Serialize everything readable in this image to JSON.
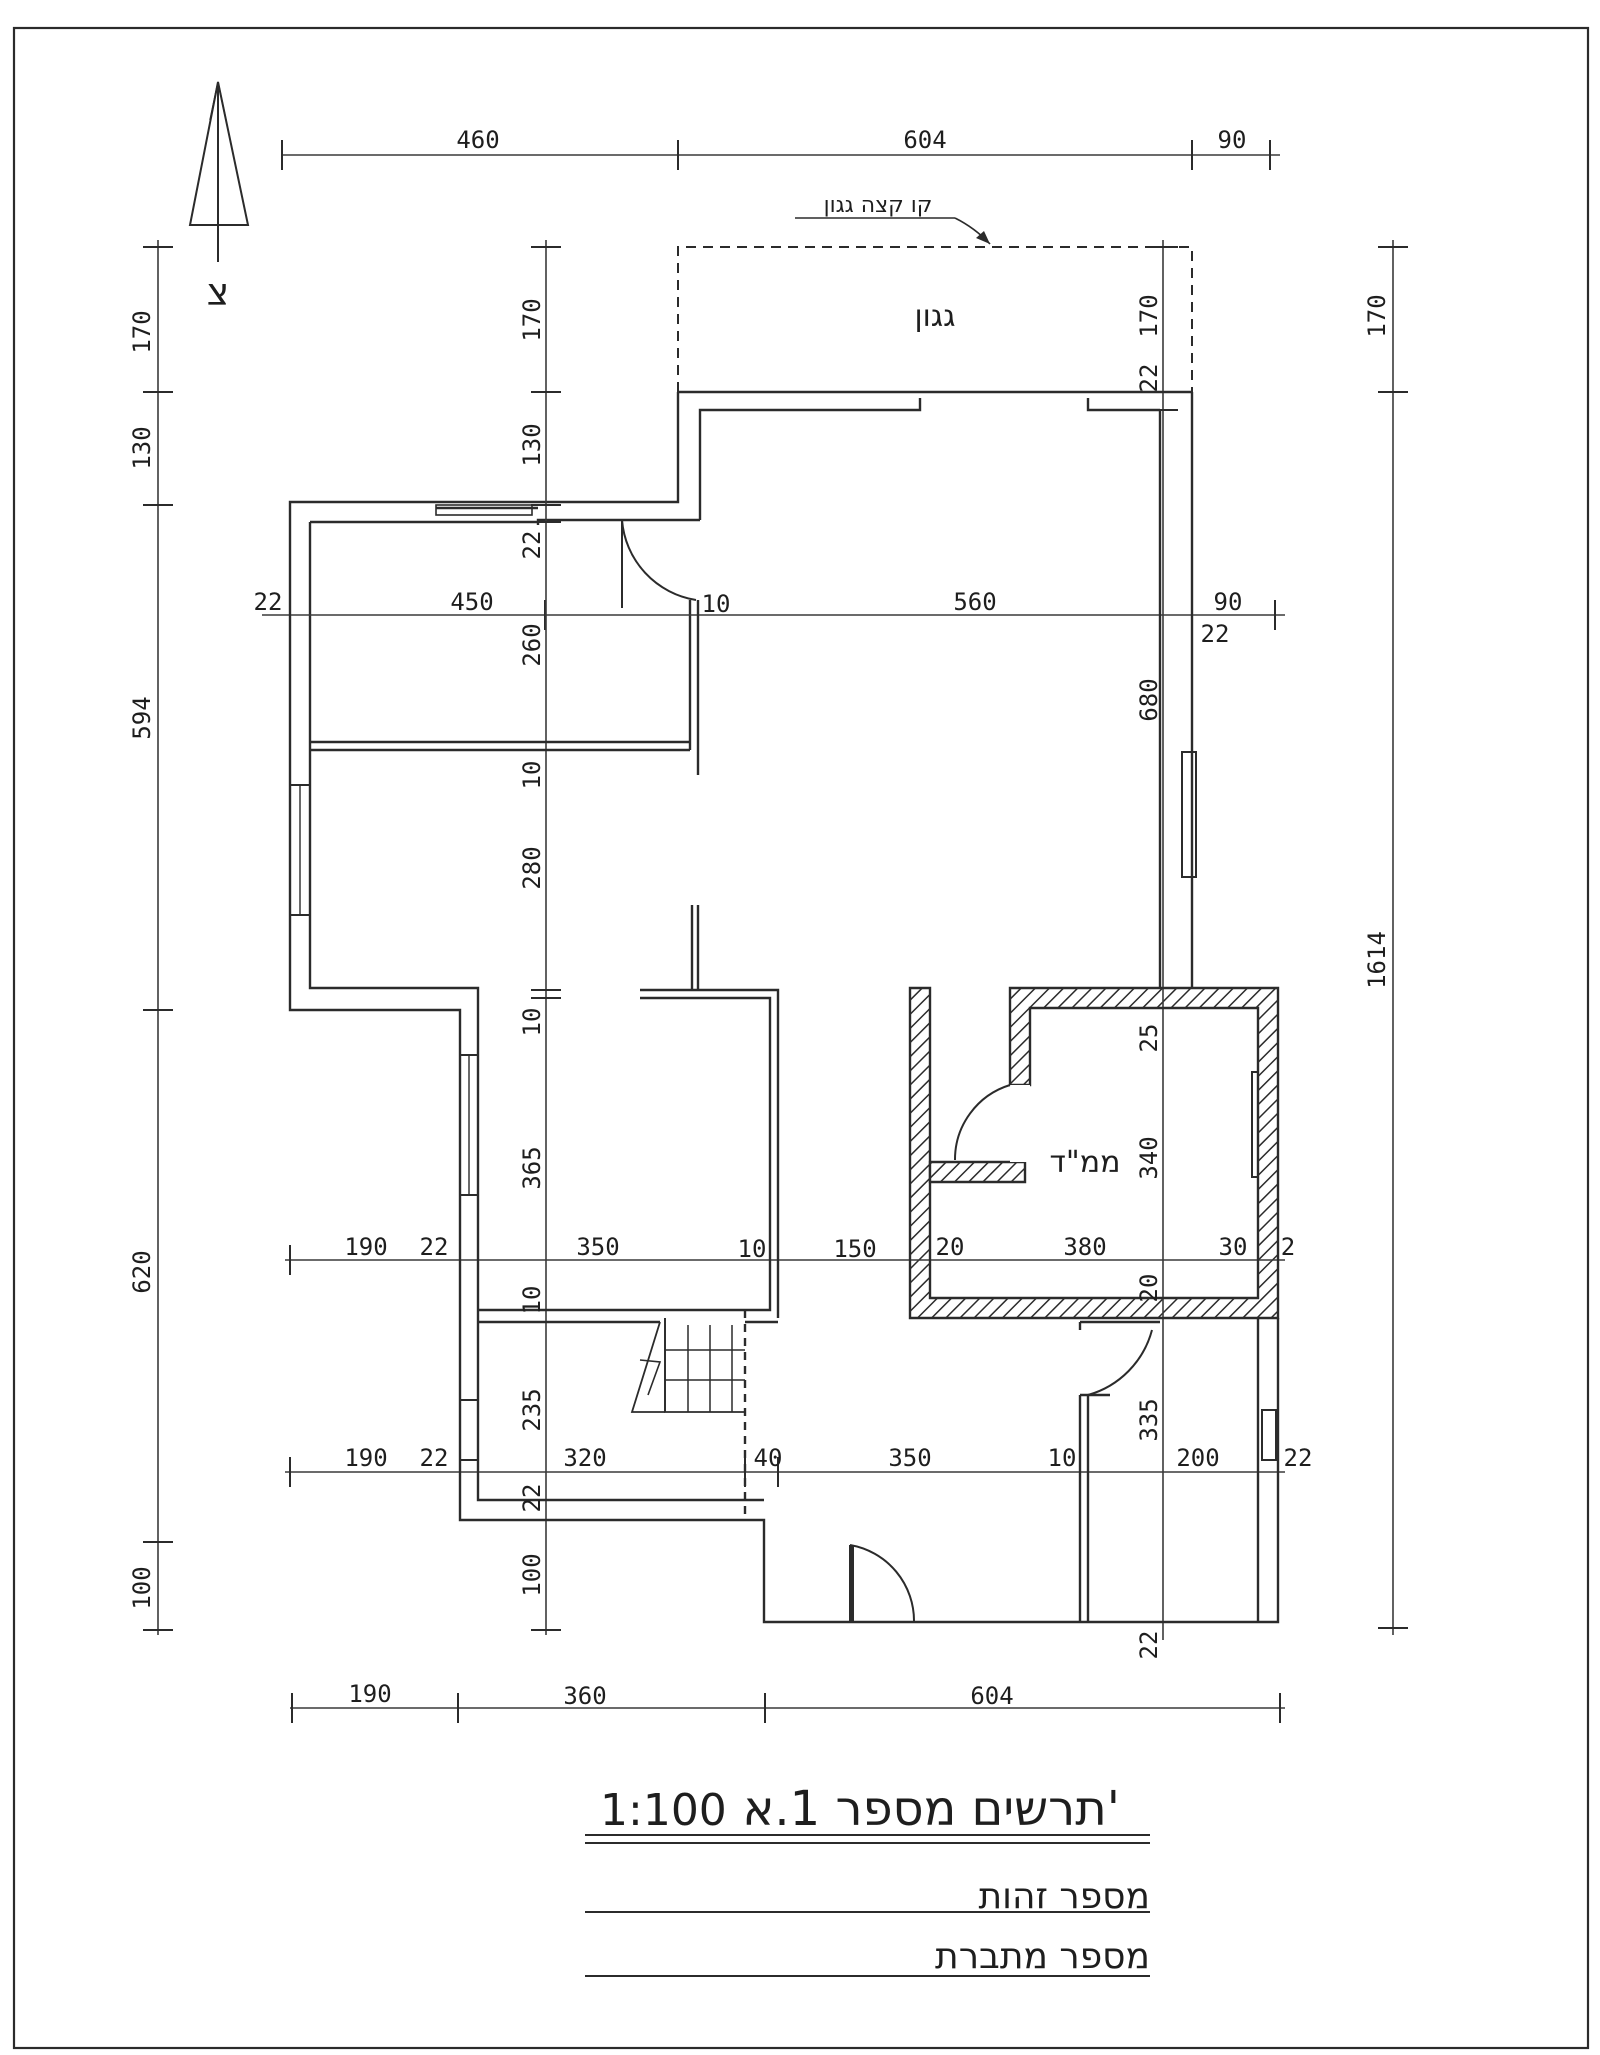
{
  "colors": {
    "ink": "#2b2b2b",
    "hatch": "#2b2b2b",
    "paper": "#ffffff"
  },
  "north": {
    "label": "צ"
  },
  "labels": {
    "roof": "גגון",
    "roof_edge": "קו קצה גגון",
    "shelter": "ממ\"ד"
  },
  "title_block": {
    "title": "תרשים מספר 1.א'",
    "scale": "1:100",
    "id_number": "מספר זהות",
    "applicant_number": "מספר מתברת"
  },
  "dimensions": {
    "top": [
      "460",
      "604",
      "90"
    ],
    "row_450": [
      "22",
      "450",
      "10",
      "560",
      "90",
      "22"
    ],
    "row_350": [
      "190",
      "22",
      "350",
      "10",
      "150",
      "20",
      "380",
      "30",
      "2"
    ],
    "row_320": [
      "190",
      "22",
      "320",
      "40",
      "350",
      "10",
      "200",
      "22"
    ],
    "bottom": [
      "190",
      "360",
      "604"
    ],
    "left_outer": [
      "170",
      "130",
      "594",
      "620",
      "100"
    ],
    "left_inner": [
      "170",
      "130",
      "22",
      "260",
      "10",
      "280",
      "10",
      "365",
      "10",
      "235",
      "22",
      "100"
    ],
    "right_inner": [
      "170",
      "22",
      "680",
      "25",
      "340",
      "20",
      "335",
      "22"
    ],
    "right_outer": [
      "170",
      "1614"
    ]
  }
}
